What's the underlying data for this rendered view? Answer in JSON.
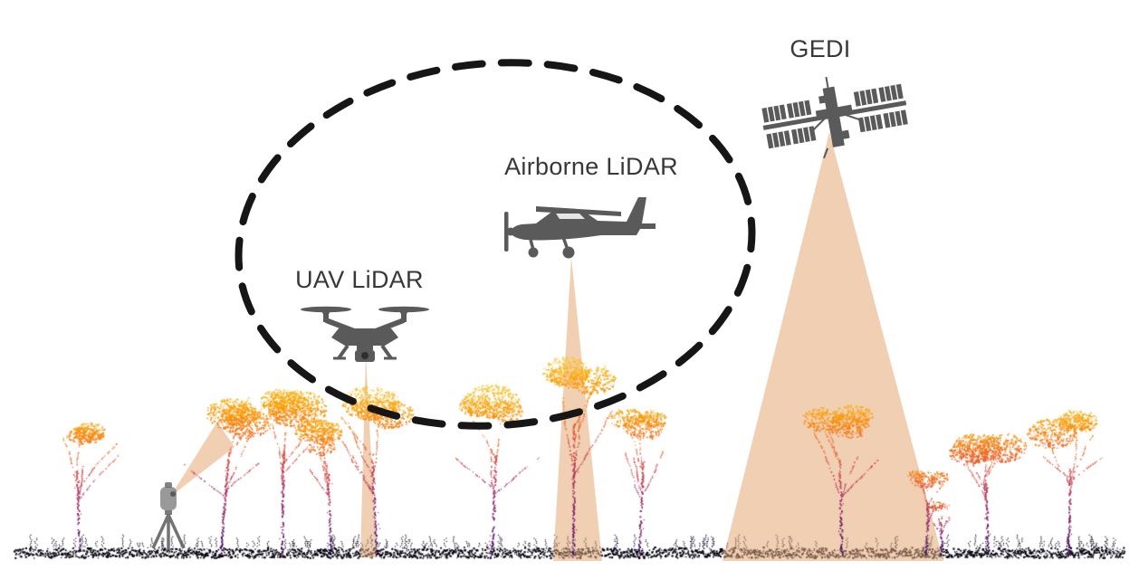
{
  "diagram": {
    "background": "#ffffff",
    "labels": {
      "uav": "UAV LiDAR",
      "airborne": "Airborne LiDAR",
      "gedi": "GEDI"
    },
    "icons": [
      "terrestrial-laser-scanner-icon",
      "uav-drone-icon",
      "airplane-icon",
      "gedi-satellite-icon"
    ],
    "colors": {
      "beam": "#e8b183",
      "beam_opacity": 0.62,
      "icon_gray": "#5a5a5a",
      "ellipse_stroke": "#161616",
      "label_text": "#383838",
      "point_gradient": [
        "#000004",
        "#1b0c41",
        "#4a0c6b",
        "#781c6d",
        "#a52c60",
        "#cf4446",
        "#ed6925",
        "#fb9b06",
        "#f7d03c",
        "#fcffa4"
      ]
    }
  }
}
